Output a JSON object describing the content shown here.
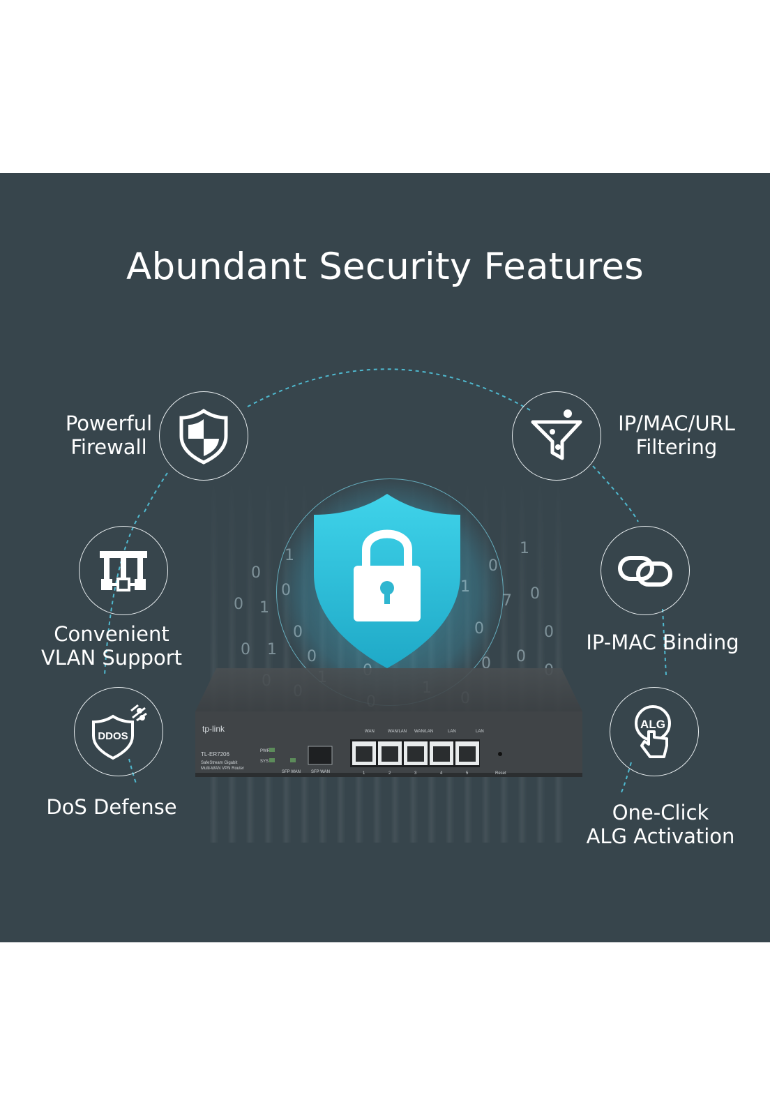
{
  "title": "Abundant Security Features",
  "features": {
    "firewall": {
      "line1": "Powerful",
      "line2": "Firewall",
      "icon": "shield-icon"
    },
    "filtering": {
      "line1": "IP/MAC/URL",
      "line2": "Filtering",
      "icon": "filter-funnel-icon"
    },
    "vlan": {
      "line1": "Convenient",
      "line2": "VLAN Support",
      "icon": "vlan-network-icon"
    },
    "binding": {
      "line1": "IP-MAC Binding",
      "icon": "chain-link-icon"
    },
    "dos": {
      "line1": "DoS Defense",
      "icon": "ddos-shield-icon",
      "badge": "DDOS"
    },
    "alg": {
      "line1": "One-Click",
      "line2": "ALG Activation",
      "icon": "alg-click-icon",
      "badge": "ALG"
    }
  },
  "center": {
    "icon": "padlock-shield-icon",
    "glow_color": "#2fc2dc"
  },
  "router": {
    "brand": "tp-link",
    "model": "TL-ER7206",
    "desc1": "SafeStream Gigabit",
    "desc2": "Multi-WAN VPN Router",
    "led1": "PWR",
    "led2": "SYS",
    "sfp1": "SFP WAN",
    "sfp2": "SFP WAN",
    "port_headers": [
      "WAN",
      "WAN/LAN",
      "WAN/LAN",
      "LAN",
      "LAN"
    ],
    "port_numbers": [
      "1",
      "2",
      "3",
      "4",
      "5"
    ],
    "reset": "Reset"
  },
  "colors": {
    "background": "#37454c",
    "accent": "#2fc2dc",
    "text": "#ffffff"
  }
}
